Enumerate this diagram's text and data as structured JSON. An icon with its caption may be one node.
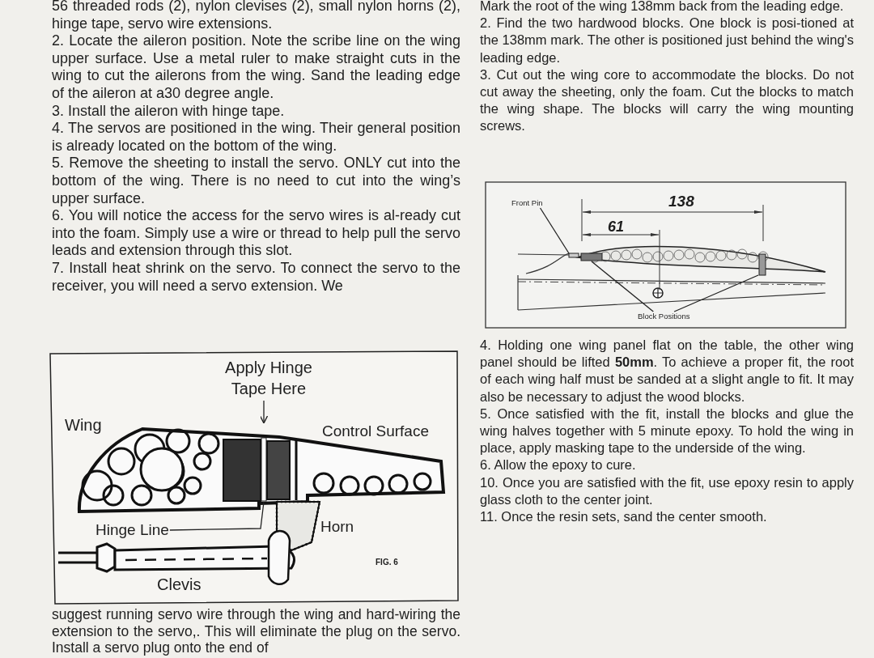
{
  "diagram": {
    "nodes": [
      {
        "text": [
          "Apply Hinge Tape Here"
        ]
      },
      {
        "text": [
          "Hinge Line"
        ]
      },
      {
        "text": [
          "Front Pin"
        ]
      },
      {
        "text": [
          "Block Positions"
        ]
      },
      {
        "text": [],
        "shape": "box"
      },
      {
        "text": [],
        "shape": "box"
      },
      {
        "text": [],
        "shape": "box"
      },
      {
        "text": [],
        "shape": "box"
      }
    ],
    "edges": [
      {
        "from": 0,
        "to": 4,
        "arrow": "to"
      },
      {
        "from": 1,
        "to": 4,
        "arrow": "none"
      },
      {
        "from": 2,
        "to": 5,
        "arrow": "none"
      },
      {
        "from": 3,
        "to": 6,
        "arrow": "none"
      },
      {
        "from": 3,
        "to": 7,
        "arrow": "none"
      }
    ],
    "labels": [
      "56 threaded rods (2), nylon clevises (2), small nylon horns (2), hinge tape, servo wire extensions.",
      "2. Locate the aileron position. Note the scribe line on the wing upper surface. Use a metal ruler to make straight cuts in the wing to cut the ailerons from the wing. Sand the leading edge of the aileron at a30 degree angle.",
      "3. Install the aileron with hinge tape.",
      "4. The servos are positioned in the wing. Their general position is already located on the bottom of the wing.",
      "5. Remove the sheeting to install the servo. ONLY cut into the bottom of the wing.  There is no need to cut into the wing’s upper surface.",
      "6. You will notice the access for the servo wires is al-ready cut into the foam. Simply use a wire or thread to help pull the servo leads and extension through this slot.",
      "7. Install heat shrink on the servo. To connect the servo to the receiver, you will need a servo extension. We",
      "Wing",
      "Control Surface",
      "Horn",
      "Clevis",
      "FIG. 6",
      "suggest running servo wire through the wing and hard-wiring the extension to the servo,. This will eliminate the plug on the servo. Install a servo plug onto the end of",
      "Mark the root of the wing 138mm back from the leading edge.",
      "2. Find the two hardwood blocks. One block is posi-tioned at the 138mm mark. The other is positioned just behind the wing's leading edge.",
      "3. Cut out the wing core to accommodate the blocks. Do not cut away the sheeting, only the foam. Cut the blocks to match the wing shape. The blocks will carry the wing mounting screws.",
      "138",
      "61",
      "4. Holding one wing panel flat on the table, the other wing panel should be lifted **50mm**. To achieve a proper fit, the root of each wing half must be sanded at a slight angle to fit. It may also be necessary to adjust the wood blocks.",
      "5. Once satisfied with the fit, install the blocks and glue the wing halves together with 5 minute epoxy. To hold the wing in place, apply masking tape to the underside of the wing.",
      "6. Allow the epoxy to cure.",
      "10. Once you are satisfied with the fit, use epoxy resin to apply glass cloth to the center joint.",
      "11. Once the resin sets, sand the center smooth."
    ]
  }
}
